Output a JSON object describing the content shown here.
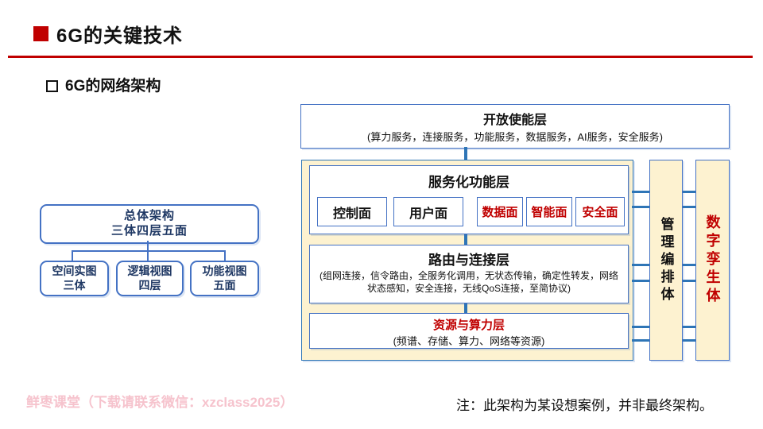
{
  "header": {
    "title": "6G的关键技术",
    "subtitle": "6G的网络架构"
  },
  "left_diagram": {
    "root": {
      "line1": "总体架构",
      "line2": "三体四层五面"
    },
    "children": [
      {
        "line1": "空间实图",
        "line2": "三体"
      },
      {
        "line1": "逻辑视图",
        "line2": "四层"
      },
      {
        "line1": "功能视图",
        "line2": "五面"
      }
    ]
  },
  "architecture": {
    "open_enable_layer": {
      "title": "开放使能层",
      "desc": "(算力服务，连接服务，功能服务，数据服务，AI服务，安全服务)"
    },
    "service_layer": {
      "title": "服务化功能层",
      "planes": [
        {
          "label": "控制面"
        },
        {
          "label": "用户面"
        },
        {
          "label": "数据面"
        },
        {
          "label": "智能面"
        },
        {
          "label": "安全面"
        }
      ]
    },
    "routing_layer": {
      "title": "路由与连接层",
      "desc": "(组网连接，信令路由，全服务化调用，无状态传输，确定性转发，网络状态感知，安全连接，无线QoS连接，至简协议)"
    },
    "resource_layer": {
      "title": "资源与算力层",
      "desc": "(频谱、存储、算力、网络等资源)"
    },
    "management_pillar": "管理编排体",
    "digital_twin_pillar": "数字孪生体"
  },
  "footer": {
    "watermark": "鲜枣课堂（下载请联系微信：xzclass2025）",
    "note": "注：此架构为某设想案例，并非最终架构。"
  },
  "colors": {
    "accent_red": "#C00000",
    "border_blue": "#4472C4",
    "connector_blue": "#2E75B6",
    "panel_cream": "#FDF2D0",
    "navy_text": "#1F3864",
    "watermark_pink": "#F6C3CD"
  }
}
